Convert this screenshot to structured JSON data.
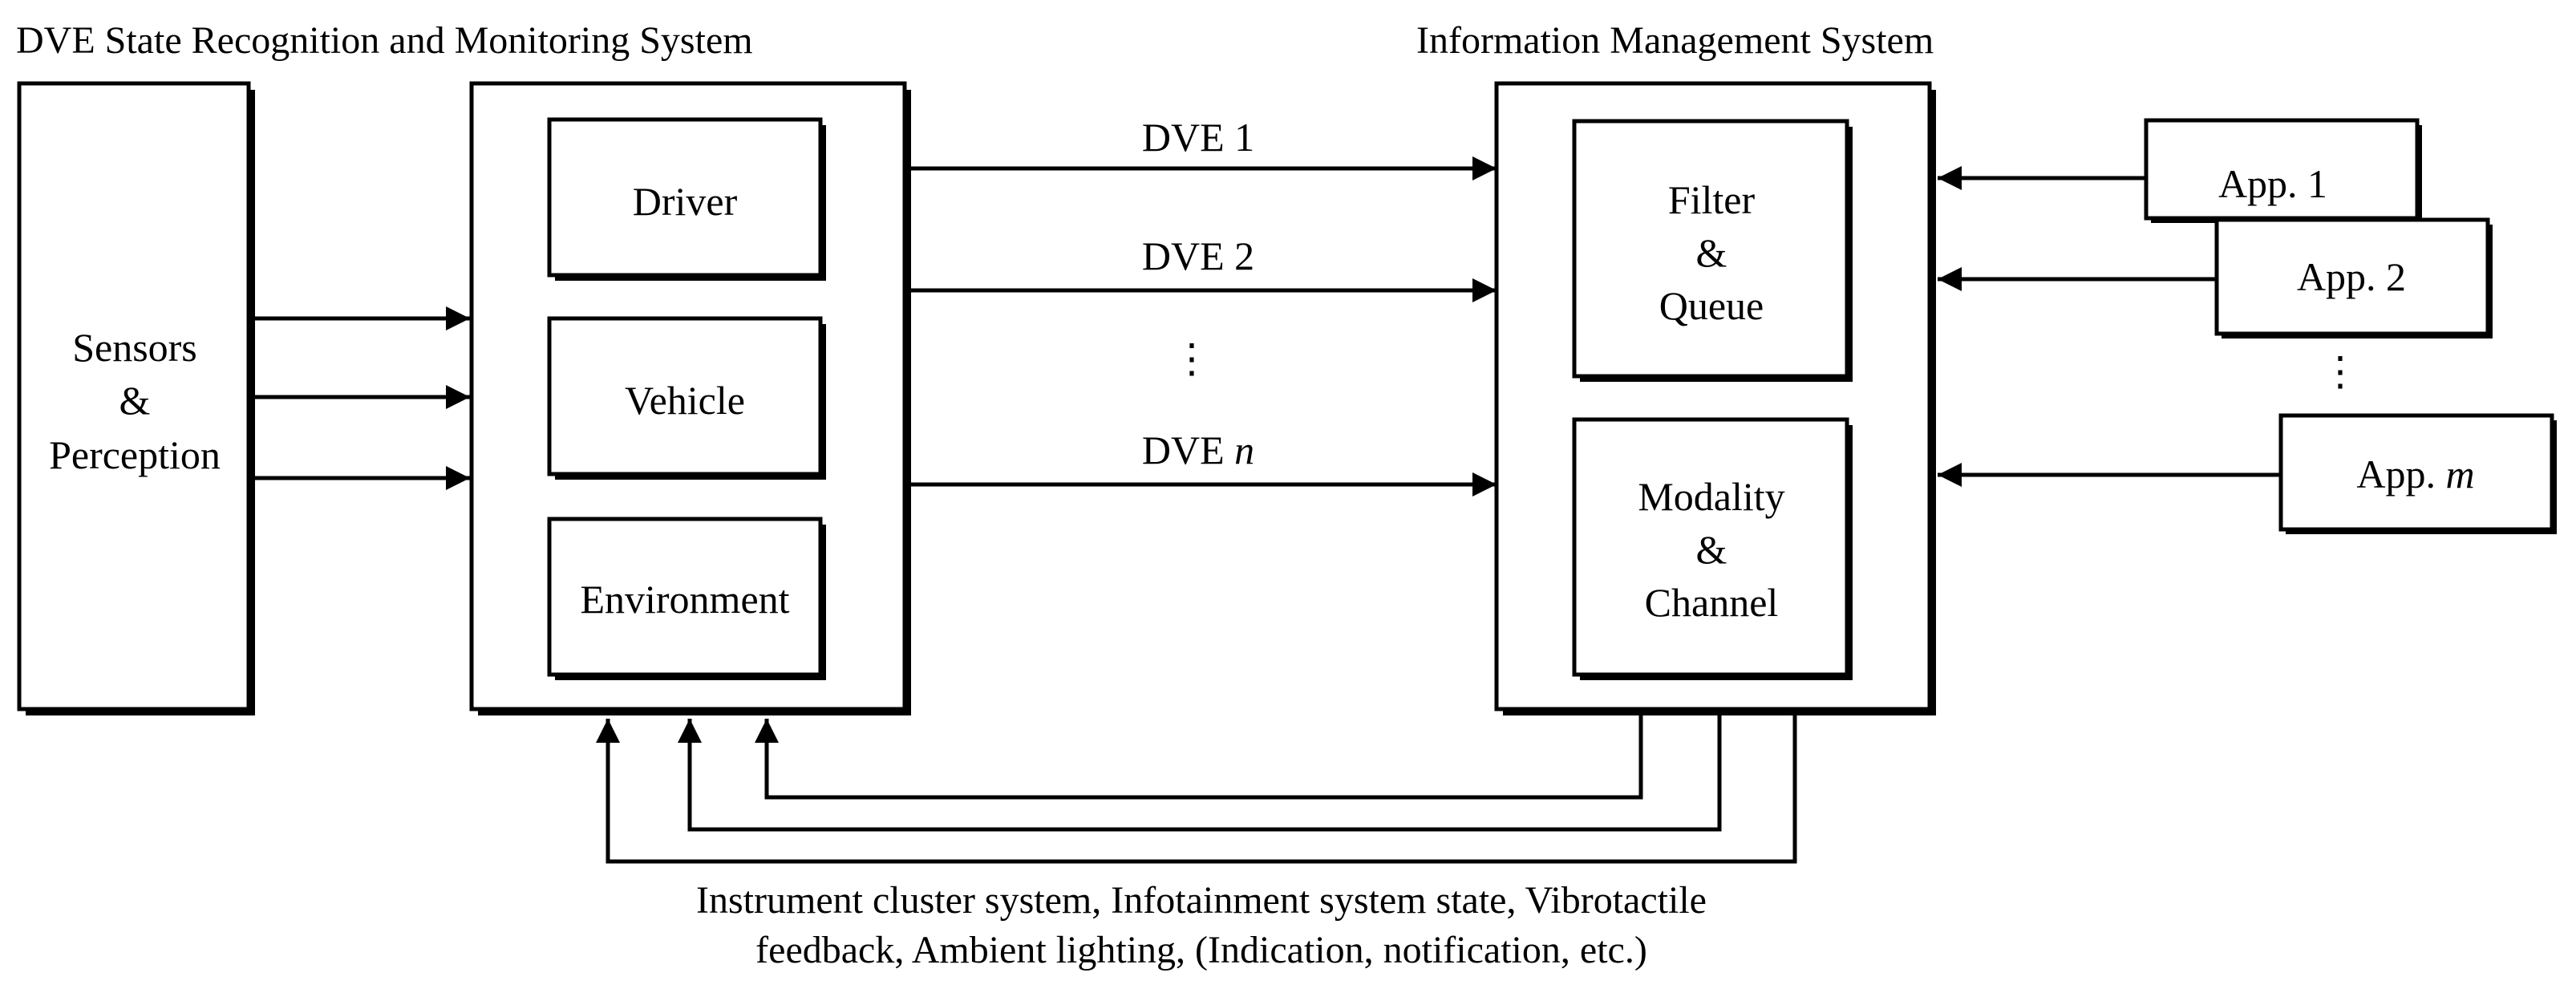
{
  "titles": {
    "left_system": "DVE State Recognition and Monitoring System",
    "right_system": "Information Management System"
  },
  "sensors": {
    "line1": "Sensors",
    "line2": "&",
    "line3": "Perception"
  },
  "dve_components": {
    "driver": "Driver",
    "vehicle": "Vehicle",
    "environment": "Environment"
  },
  "dve_outputs": {
    "dve1": "DVE 1",
    "dve2": "DVE 2",
    "dots": "⋮",
    "dven_prefix": "DVE ",
    "dven_var": "n"
  },
  "ims_components": {
    "filter_line1": "Filter",
    "filter_line2": "&",
    "filter_line3": "Queue",
    "modality_line1": "Modality",
    "modality_line2": "&",
    "modality_line3": "Channel"
  },
  "apps": {
    "app1": "App. 1",
    "app2": "App. 2",
    "dots": "⋮",
    "appm_prefix": "App. ",
    "appm_var": "m"
  },
  "feedback": {
    "line1": "Instrument cluster system, Infotainment system state, Vibrotactile",
    "line2": "feedback, Ambient lighting, (Indication, notification, etc.)"
  },
  "colors": {
    "stroke": "#000000",
    "background": "#ffffff"
  }
}
